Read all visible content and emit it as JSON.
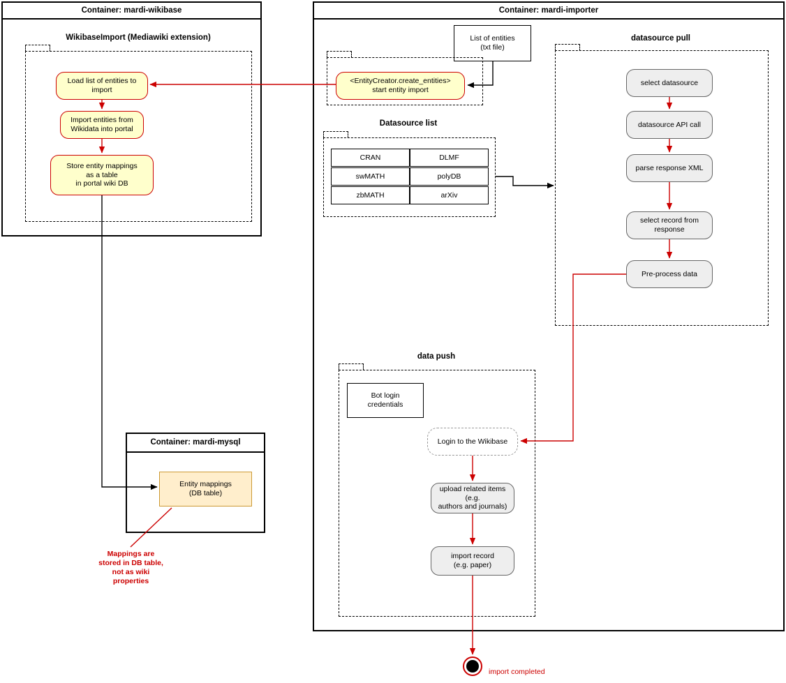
{
  "containers": {
    "wikibase": {
      "title": "Container: mardi-wikibase"
    },
    "importer": {
      "title": "Container: mardi-importer"
    },
    "mysql": {
      "title": "Container: mardi-mysql"
    }
  },
  "groups": {
    "wikibase_import": "WikibaseImport (Mediawiki extension)",
    "datasource_pull": "datasource pull",
    "datasource_list": "Datasource list",
    "data_push": "data push"
  },
  "nodes": {
    "load_list": "Load list of entities to import",
    "import_entities": "Import entities from Wikidata into portal",
    "store_mappings": "Store entity mappings\nas a table\nin portal wiki DB",
    "store_mappings_l1": "Store entity mappings",
    "store_mappings_l2": "as a table",
    "store_mappings_l3": "in portal wiki DB",
    "list_of_entities_l1": "List of entities",
    "list_of_entities_l2": "(txt file)",
    "entity_creator_l1": "<EntityCreator.create_entities>",
    "entity_creator_l2": "start entity import",
    "select_datasource": "select datasource",
    "datasource_api_call": "datasource API call",
    "parse_response_xml": "parse response XML",
    "select_record_l1": "select record from",
    "select_record_l2": "response",
    "pre_process_data": "Pre-process data",
    "bot_login_l1": "Bot login",
    "bot_login_l2": "credentials",
    "login_wikibase": "Login to the Wikibase",
    "upload_related_l1": "upload related items (e.g.",
    "upload_related_l2": "authors and journals)",
    "import_record_l1": "import record",
    "import_record_l2": "(e.g. paper)",
    "entity_mappings_l1": "Entity mappings",
    "entity_mappings_l2": "(DB table)"
  },
  "datasource_table": {
    "rows": [
      [
        "CRAN",
        "DLMF"
      ],
      [
        "swMATH",
        "polyDB"
      ],
      [
        "zbMATH",
        "arXiv"
      ]
    ]
  },
  "annotations": {
    "mappings_note_l1": "Mappings are",
    "mappings_note_l2": "stored in  DB table,",
    "mappings_note_l3": "not as wiki",
    "mappings_note_l4": "properties",
    "import_completed": "import completed"
  },
  "colors": {
    "red": "#cc0000",
    "yellow_fill": "#ffffcc",
    "gray_fill": "#eeeeee",
    "tan_fill": "#ffeecc",
    "black": "#000000"
  }
}
